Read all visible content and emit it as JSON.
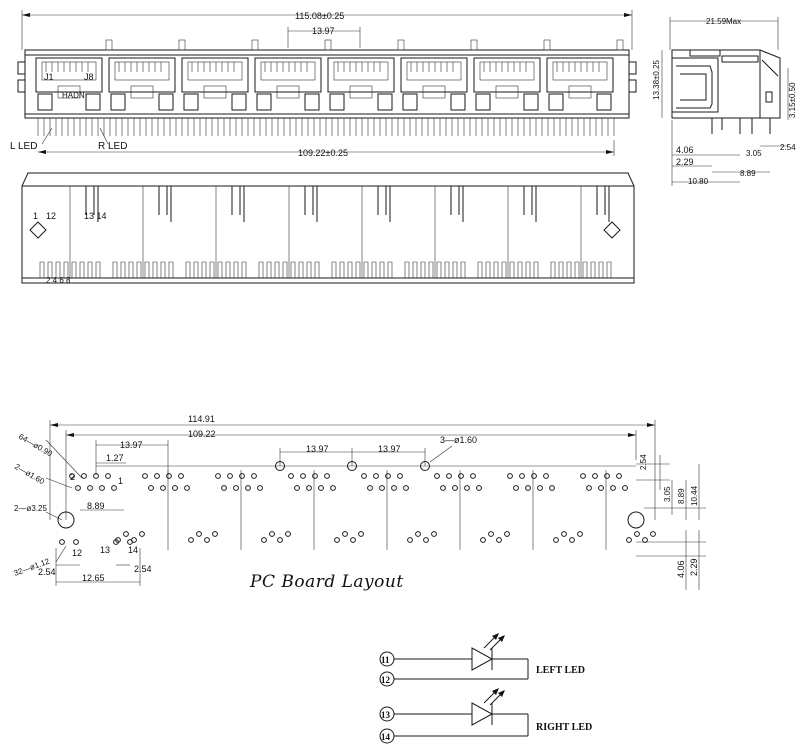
{
  "front_view": {
    "overall_width": "115.08±0.25",
    "port_pitch": "13.97",
    "pin_span": "109.22±0.25",
    "left_led_label": "L LED",
    "right_led_label": "R LED",
    "pin_j1": "J1",
    "pin_j8": "J8",
    "body_mark": "HADN"
  },
  "side_view": {
    "width_max": "21.59Max",
    "height": "13.38±0.25",
    "stud_height": "3.15±0.50",
    "dim_254": "2.54",
    "dim_406": "4.06",
    "dim_305": "3.05",
    "dim_229": "2.29",
    "dim_889": "8.89",
    "dim_1080": "10.80"
  },
  "bottom_view": {
    "label_1": "1",
    "label_12": "12",
    "label_13_14": "13 14",
    "pin_numbers": "2  4  6  8"
  },
  "pcb_layout": {
    "title": "PC Board Layout",
    "width_total": "114.91",
    "width_pins": "109.22",
    "pitch_left": "13.97",
    "dim_127": "1.27",
    "dim_889": "8.89",
    "pitch_mid_a": "13.97",
    "pitch_mid_b": "13.97",
    "hole_3": "3—ø1.60",
    "hole_64": "64—ø0.90",
    "hole_2a": "2—ø1.60",
    "hole_2b": "2—ø3.25",
    "hole_32": "32—ø1.12",
    "label_2": "2",
    "label_1": "1",
    "label_12": "12",
    "label_13": "13",
    "label_14": "14",
    "dim_254_a": "2.54",
    "dim_254_b": "2.54",
    "dim_1265": "12.65",
    "right_254": "2.54",
    "right_305": "3.05",
    "right_889": "8.89",
    "right_1044": "10.44",
    "right_406": "4.06",
    "right_229": "2.29"
  },
  "led_schematic": {
    "left_led": "LEFT LED",
    "right_led": "RIGHT LED",
    "pin_11": "11",
    "pin_12": "12",
    "pin_13": "13",
    "pin_14": "14"
  }
}
